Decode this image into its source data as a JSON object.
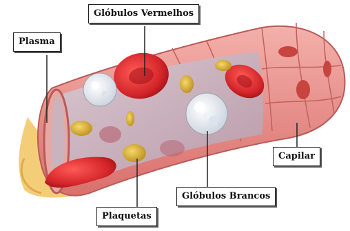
{
  "labels": {
    "red_cells": "Glóbulos Vermelhos",
    "plasma": "Plasma",
    "capillary": "Capilar",
    "white_cells": "Glóbulos Brancos",
    "platelets": "Plaquetas"
  },
  "colors": {
    "vessel_wall": "#e58a86",
    "vessel_cells": "#f0a6a1",
    "red_blood_cell": "#d3252a",
    "white_blood_cell": "#e9eef5",
    "platelet": "#e3b93a",
    "plasma": "#f3c86a"
  }
}
